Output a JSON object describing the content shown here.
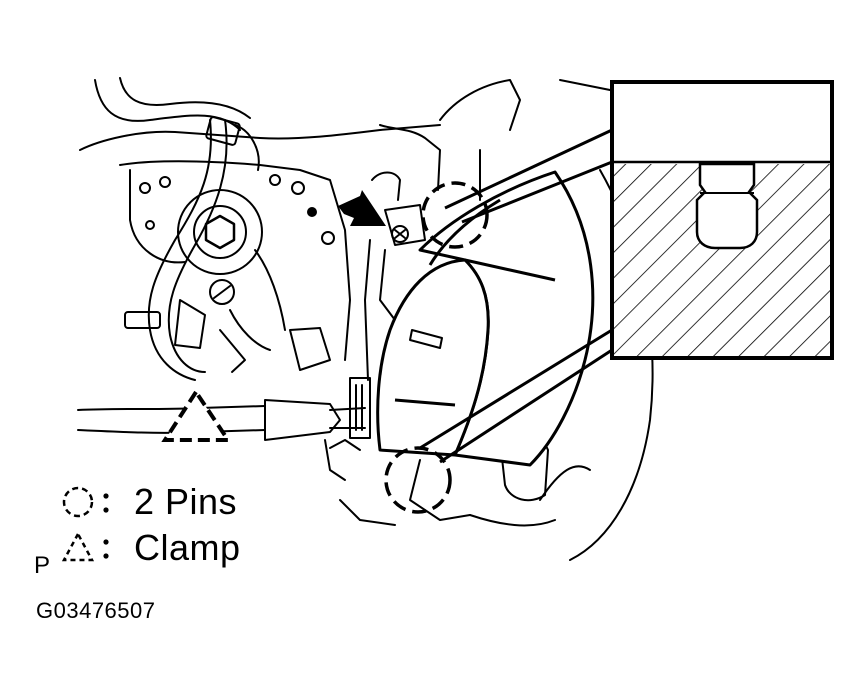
{
  "legend": {
    "pins_symbol": "○:",
    "pins_label": "2 Pins",
    "clamp_symbol": "△:",
    "clamp_label": "Clamp"
  },
  "corner_letter": "P",
  "figure_code": "G03476507",
  "icons": {
    "pin_marker": "dashed-circle-icon",
    "clamp_marker": "dashed-triangle-icon",
    "pointer": "black-arrow-icon"
  },
  "colors": {
    "line": "#000000",
    "background": "#ffffff"
  }
}
